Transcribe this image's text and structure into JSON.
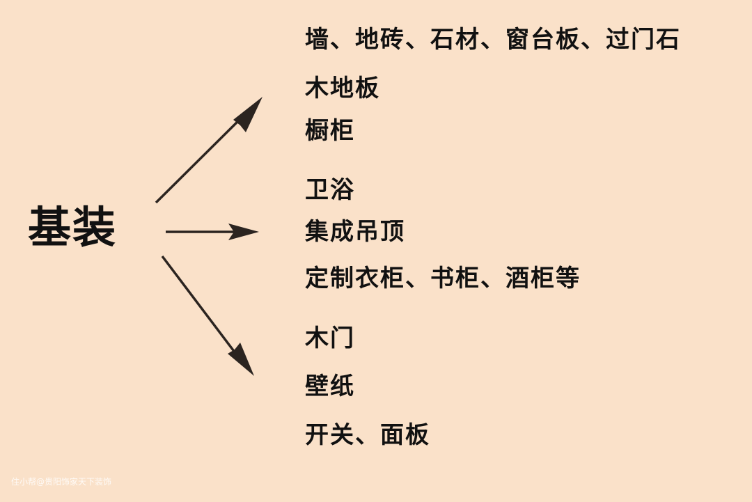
{
  "root": {
    "label": "基装"
  },
  "groups": [
    {
      "items": [
        "墙、地砖、石材、窗台板、过门石",
        "木地板",
        "橱柜"
      ]
    },
    {
      "items": [
        "卫浴",
        "集成吊顶",
        "定制衣柜、书柜、酒柜等"
      ]
    },
    {
      "items": [
        "木门",
        "壁纸",
        "开关、面板"
      ]
    }
  ],
  "watermark": "住小帮@贵阳饰家天下装饰",
  "colors": {
    "background": "#FAE1C9",
    "text": "#111111",
    "arrow": "#2B2420"
  }
}
